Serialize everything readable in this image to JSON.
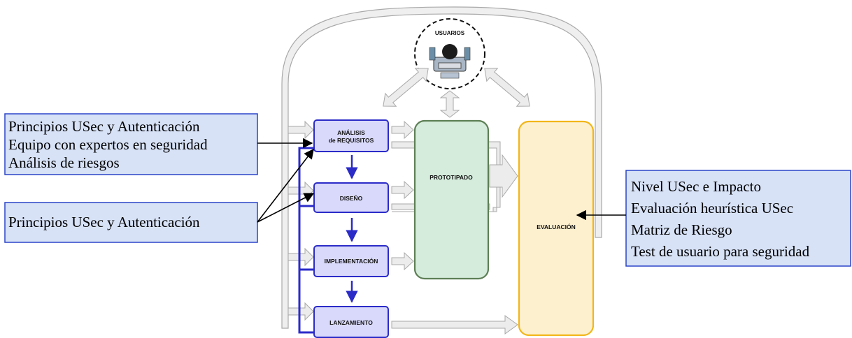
{
  "users": {
    "label": "USUARIOS"
  },
  "stages": {
    "analisis_line1": "ANÁLISIS",
    "analisis_line2": "de REQUISITOS",
    "diseno": "DISEÑO",
    "implementacion": "IMPLEMENTACIÓN",
    "lanzamiento": "LANZAMIENTO"
  },
  "prototipado": {
    "label": "PROTOTIPADO"
  },
  "evaluacion": {
    "label": "EVALUACIÓN"
  },
  "annotations": {
    "analisis": [
      "Principios USec y Autenticación",
      "Equipo con expertos en seguridad",
      "Análisis de riesgos"
    ],
    "diseno": [
      "Principios USec y Autenticación"
    ],
    "evaluacion": [
      "Nivel USec e Impacto",
      "Evaluación heurística USec",
      "Matriz de Riesgo",
      "Test de usuario para seguridad"
    ]
  },
  "colors": {
    "stage_fill": "#d9d9fb",
    "stage_stroke": "#2b2bc8",
    "prototype_fill": "#d5ecdc",
    "prototype_stroke": "#5d7f55",
    "evaluation_fill": "#fdf0cf",
    "evaluation_stroke": "#f2b61a",
    "annotation_fill": "#d7e2f7",
    "annotation_stroke": "#2a44c8",
    "gray_arrow_fill": "#ececec",
    "gray_arrow_stroke": "#a9a9a9"
  }
}
